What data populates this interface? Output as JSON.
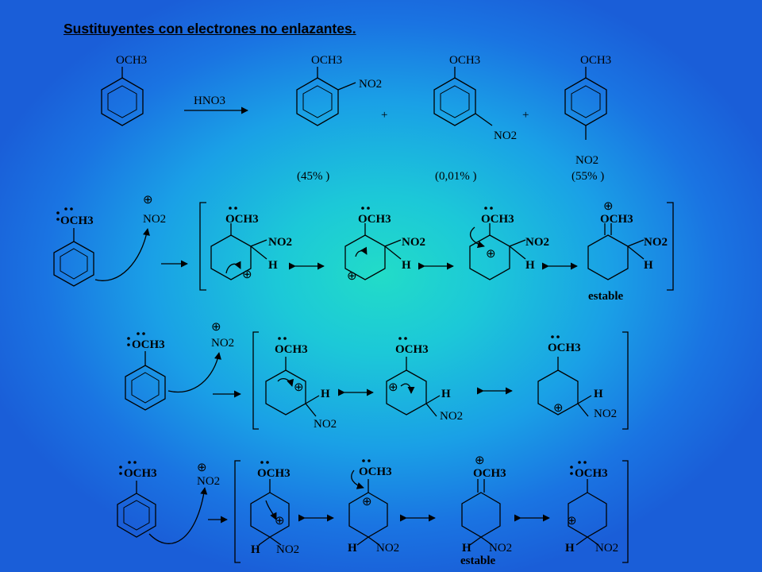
{
  "title": "Sustituyentes con electrones no enlazantes.",
  "labels": {
    "och3": "OCH3",
    "no2": "NO2",
    "hno3": "HNO3",
    "h": "H",
    "plus": "+",
    "stable": "estable"
  },
  "yields": {
    "ortho": "(45% )",
    "meta": "(0,01% )",
    "para": "(55% )"
  },
  "symbols": {
    "charge_plus": "⊕"
  }
}
